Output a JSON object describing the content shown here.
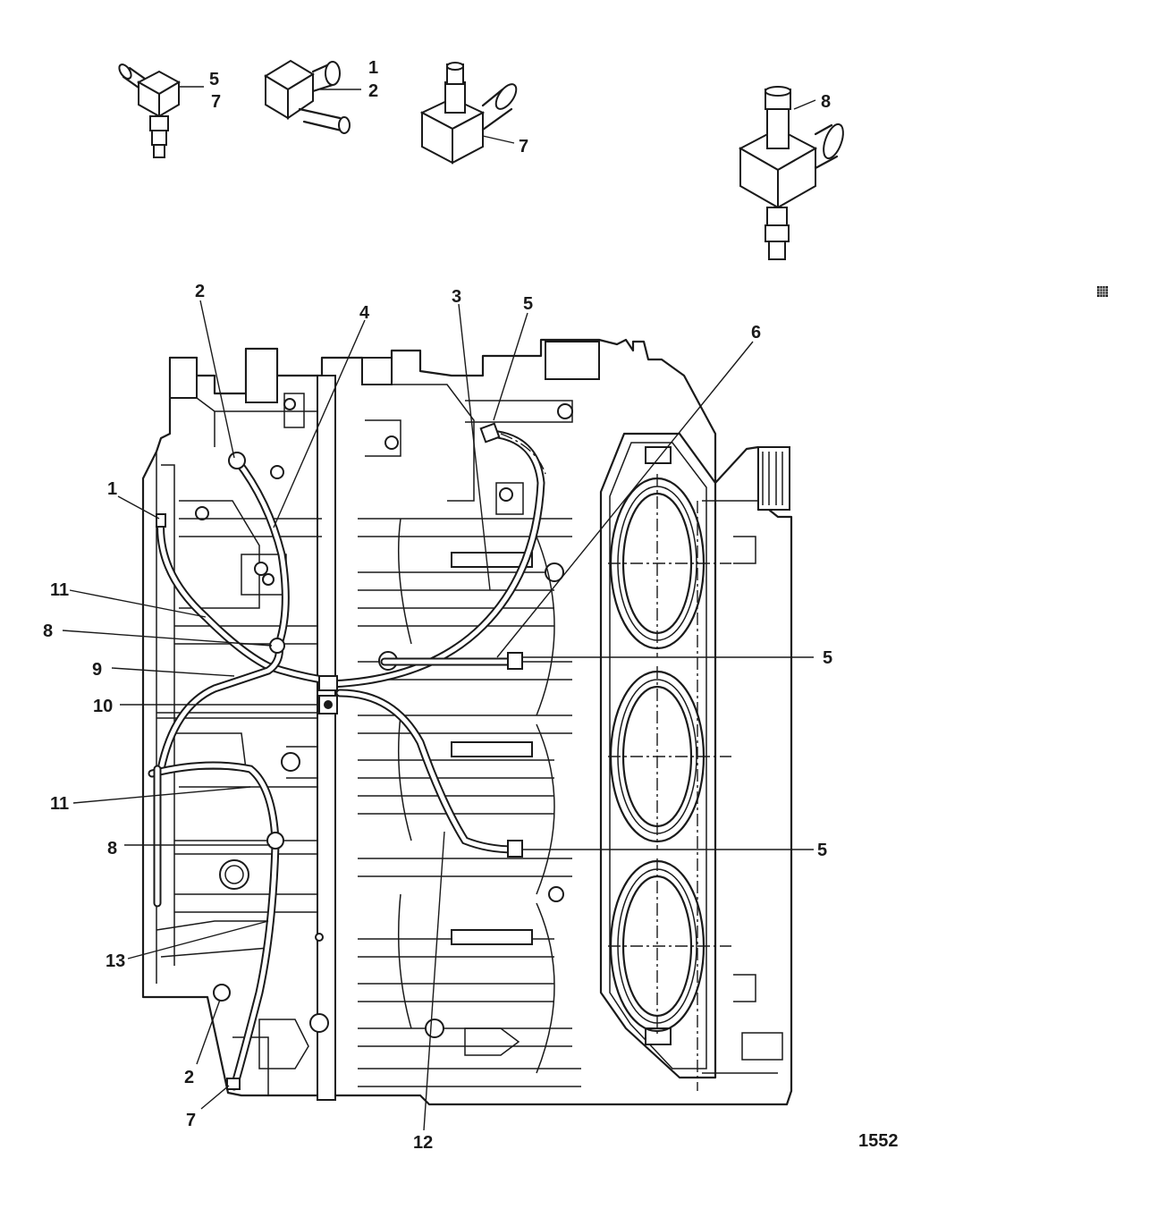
{
  "figure_id": "1552",
  "callouts": {
    "t5": "5",
    "t7": "7",
    "t1": "1",
    "t2": "2",
    "t7b": "7",
    "t8": "8",
    "c2": "2",
    "c4": "4",
    "c3": "3",
    "c5": "5",
    "c6": "6",
    "c1": "1",
    "c11": "11",
    "c8": "8",
    "c9": "9",
    "c10": "10",
    "c5r": "5",
    "c11b": "11",
    "c8b": "8",
    "c5r2": "5",
    "c13": "13",
    "c2b": "2",
    "c7b": "7",
    "c12": "12"
  }
}
